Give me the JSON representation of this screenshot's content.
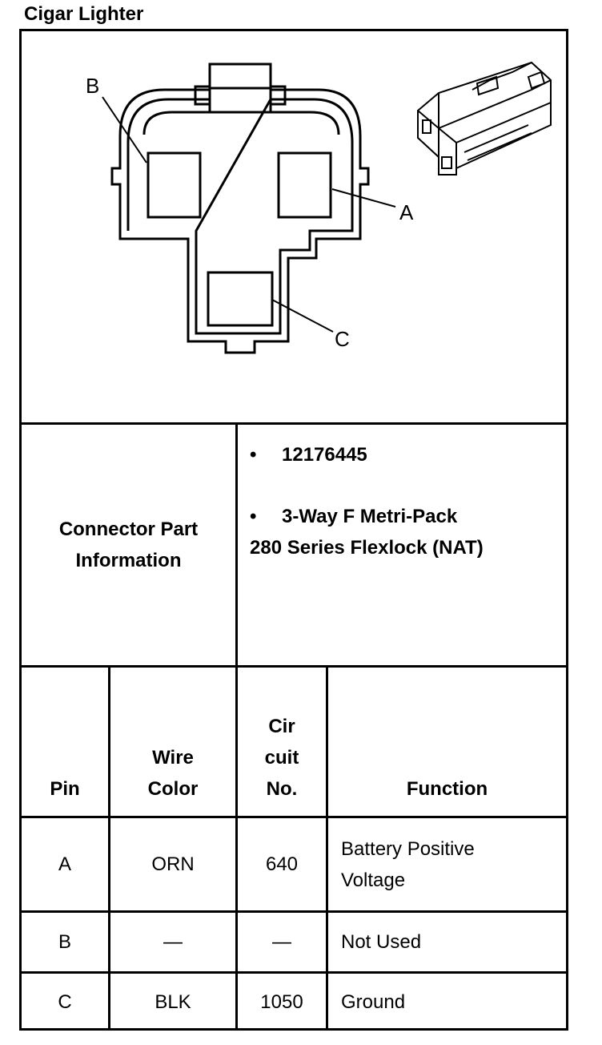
{
  "title": "Cigar Lighter",
  "diagram": {
    "pin_labels": [
      "A",
      "B",
      "C"
    ]
  },
  "connector_info": {
    "label_line1": "Connector Part",
    "label_line2": "Information",
    "part_number": "12176445",
    "description_line1": "3-Way F Metri-Pack",
    "description_line2": "280 Series Flexlock (NAT)",
    "bullet": "•"
  },
  "table": {
    "headers": {
      "pin": "Pin",
      "wire_color": [
        "Wire",
        "Color"
      ],
      "circuit_no": [
        "Cir",
        "cuit",
        "No."
      ],
      "function": "Function"
    },
    "rows": [
      {
        "pin": "A",
        "wire_color": "ORN",
        "circuit_no": "640",
        "function": [
          "Battery Positive",
          "Voltage"
        ]
      },
      {
        "pin": "B",
        "wire_color": "—",
        "circuit_no": "—",
        "function": [
          "Not Used"
        ]
      },
      {
        "pin": "C",
        "wire_color": "BLK",
        "circuit_no": "1050",
        "function": [
          "Ground"
        ]
      }
    ]
  }
}
